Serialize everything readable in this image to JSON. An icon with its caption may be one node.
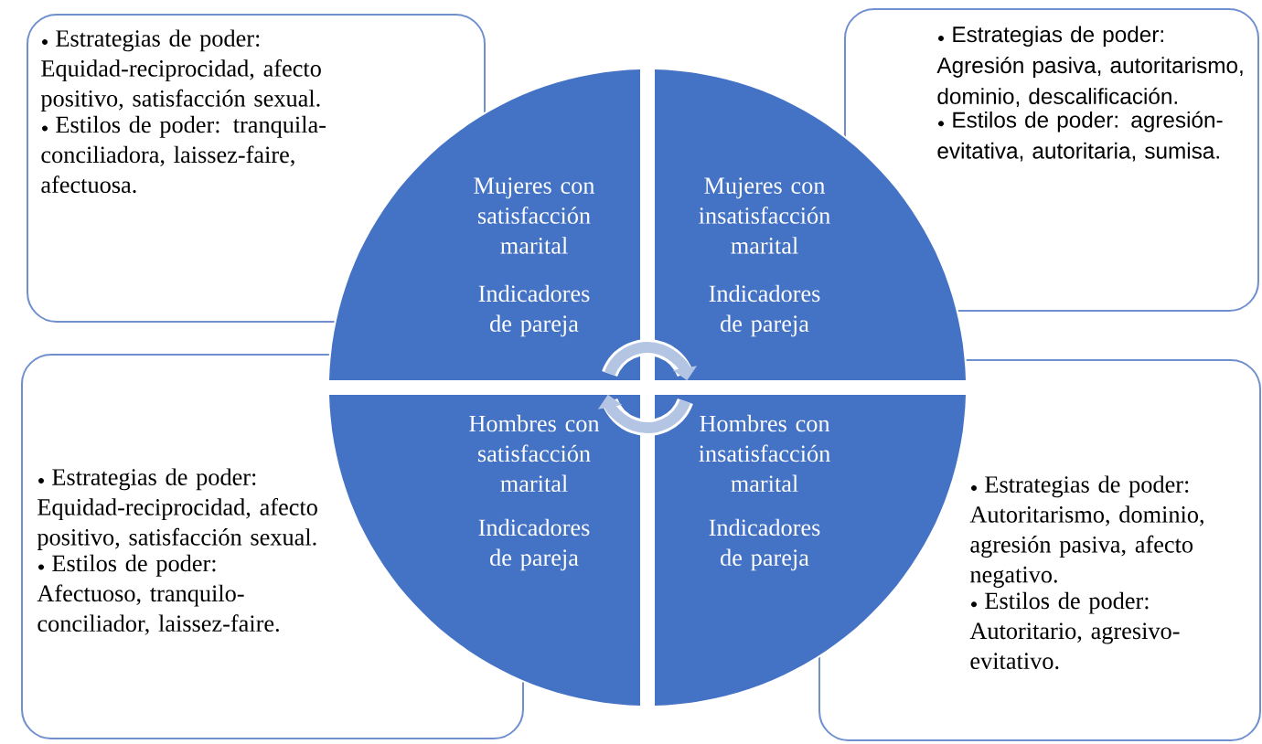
{
  "diagram": {
    "nodes": [
      {
        "text": [
          "Estrategias de poder: Equidad-reciprocidad, afecto positivo, satisfacción sexual.",
          "Estilos de poder: tranquila-conciliadora, laissez-faire, afectuosa."
        ]
      },
      {
        "text": [
          "Estrategias de poder: Agresión pasiva, autoritarismo, dominio, descalificación.",
          "Estilos de poder: agresión-evitativa, autoritaria, sumisa."
        ]
      },
      {
        "text": [
          "Estrategias de poder: Equidad-reciprocidad, afecto positivo, satisfacción sexual.",
          "Estilos de poder: Afectuoso, tranquilo-conciliador, laissez-faire."
        ]
      },
      {
        "text": [
          "Estrategias de poder: Autoritarismo, dominio, agresión pasiva, afecto negativo.",
          "Estilos de poder: Autoritario, agresivo-evitativo."
        ]
      },
      {
        "text": [
          "Mujeres con satisfacción marital",
          "Indicadores de pareja"
        ]
      },
      {
        "text": [
          "Mujeres con insatisfacción marital",
          "Indicadores de pareja"
        ]
      },
      {
        "text": [
          "Hombres con satisfacción marital",
          "Indicadores de pareja"
        ]
      },
      {
        "text": [
          "Hombres con insatisfacción marital",
          "Indicadores de pareja"
        ]
      }
    ],
    "edges": [
      {
        "from": 4,
        "to": 5,
        "arrow": "to"
      },
      {
        "from": 7,
        "to": 6,
        "arrow": "to"
      }
    ]
  }
}
